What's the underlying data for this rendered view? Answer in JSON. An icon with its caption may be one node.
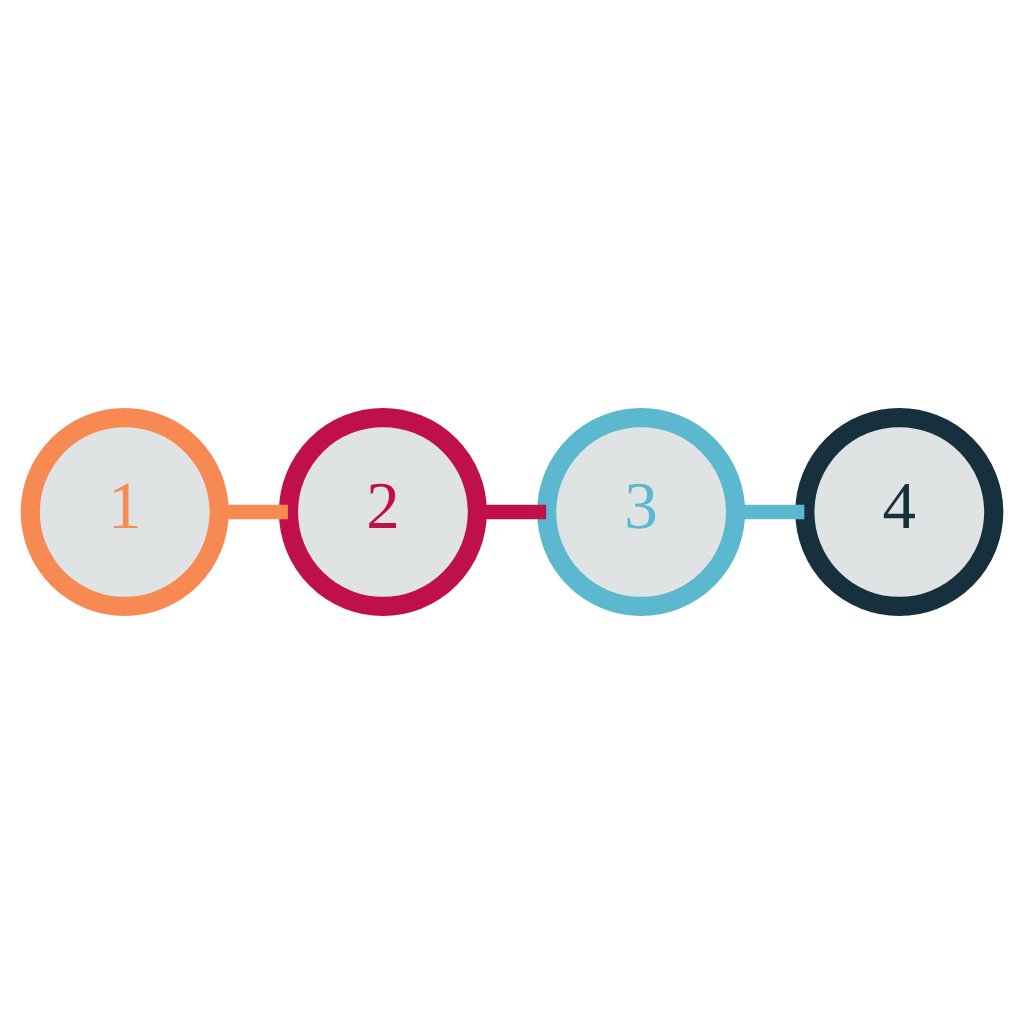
{
  "diagram": {
    "nodes": [
      {
        "text": [
          "1"
        ]
      },
      {
        "text": [
          "2"
        ]
      },
      {
        "text": [
          "3"
        ]
      },
      {
        "text": [
          "4"
        ]
      }
    ],
    "edges": [
      {
        "from": 0,
        "to": 1,
        "arrow": "none",
        "color": "#f68a52"
      },
      {
        "from": 1,
        "to": 2,
        "arrow": "none",
        "color": "#c0104a"
      },
      {
        "from": 2,
        "to": 3,
        "arrow": "none",
        "color": "#5bb8cf"
      }
    ]
  }
}
